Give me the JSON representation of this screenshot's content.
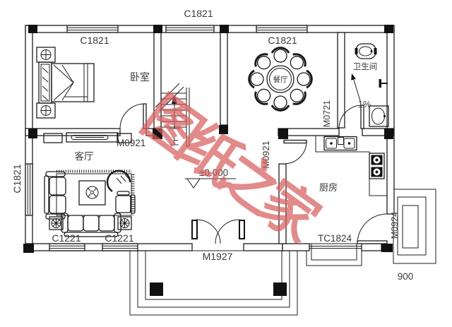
{
  "plan": {
    "watermark": "图纸之家",
    "rooms": {
      "bedroom": "卧室",
      "living": "客厅",
      "dining": "餐厅",
      "kitchen": "厨房",
      "bathroom": "卫生间"
    },
    "windows": {
      "top_center": "C1821",
      "bedroom": "C1821",
      "dining": "C1821",
      "living_left": "C1821",
      "living_front_left": "C1221",
      "living_front_right": "C1221"
    },
    "doors": {
      "front": "M1927",
      "bedroom": "M0921",
      "kitchen": "M0921",
      "bathroom": "M0721",
      "kitchen_back": "M0924",
      "kitchen_bay": "TC1824"
    },
    "marks": {
      "floor_level": "±0.000",
      "drain_slope": "1%",
      "stairs_up": "上",
      "side_steps_width": "900"
    },
    "colors": {
      "watermark": "#d75f5f",
      "line": "#1c1c1c",
      "label": "#3a3a3a"
    }
  }
}
